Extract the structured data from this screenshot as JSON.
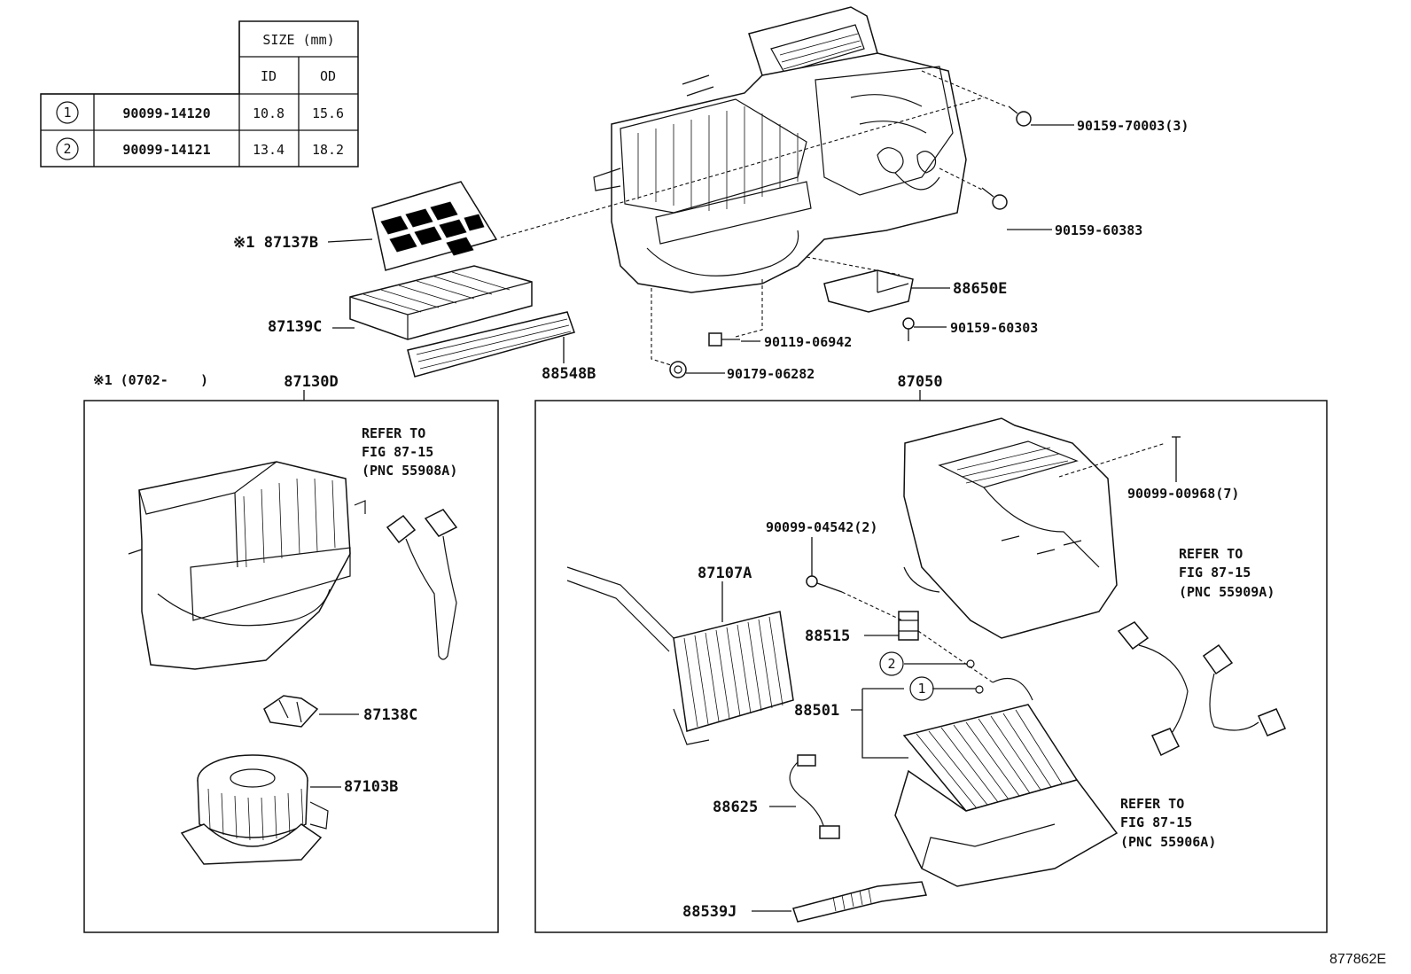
{
  "size_table": {
    "header": "SIZE (mm)",
    "col_id": "ID",
    "col_od": "OD",
    "rows": [
      {
        "mark": "1",
        "part": "90099-14120",
        "id": "10.8",
        "od": "15.6"
      },
      {
        "mark": "2",
        "part": "90099-14121",
        "id": "13.4",
        "od": "18.2"
      }
    ]
  },
  "labels": {
    "p90159_70003": "90159-70003(3)",
    "p90159_60383": "90159-60383",
    "p87137B": "※1 87137B",
    "p88650E": "88650E",
    "p90159_60303": "90159-60303",
    "p87139C": "87139C",
    "p90119_06942": "90119-06942",
    "p88548B": "88548B",
    "p90179_06282": "90179-06282",
    "note_1": "※1 (0702-    )",
    "p87130D": "87130D",
    "p87050": "87050",
    "refer_a": [
      "REFER TO",
      "FIG 87-15",
      "(PNC 55908A)"
    ],
    "p87138C": "87138C",
    "p87103B": "87103B",
    "p90099_00968": "90099-00968(7)",
    "p90099_04542": "90099-04542(2)",
    "refer_b": [
      "REFER TO",
      "FIG 87-15",
      "(PNC 55909A)"
    ],
    "p87107A": "87107A",
    "p88515": "88515",
    "mark_2": "2",
    "mark_1": "1",
    "p88501": "88501",
    "p88625": "88625",
    "refer_c": [
      "REFER TO",
      "FIG 87-15",
      "(PNC 55906A)"
    ],
    "p88539J": "88539J",
    "figure_no": "877862E"
  }
}
